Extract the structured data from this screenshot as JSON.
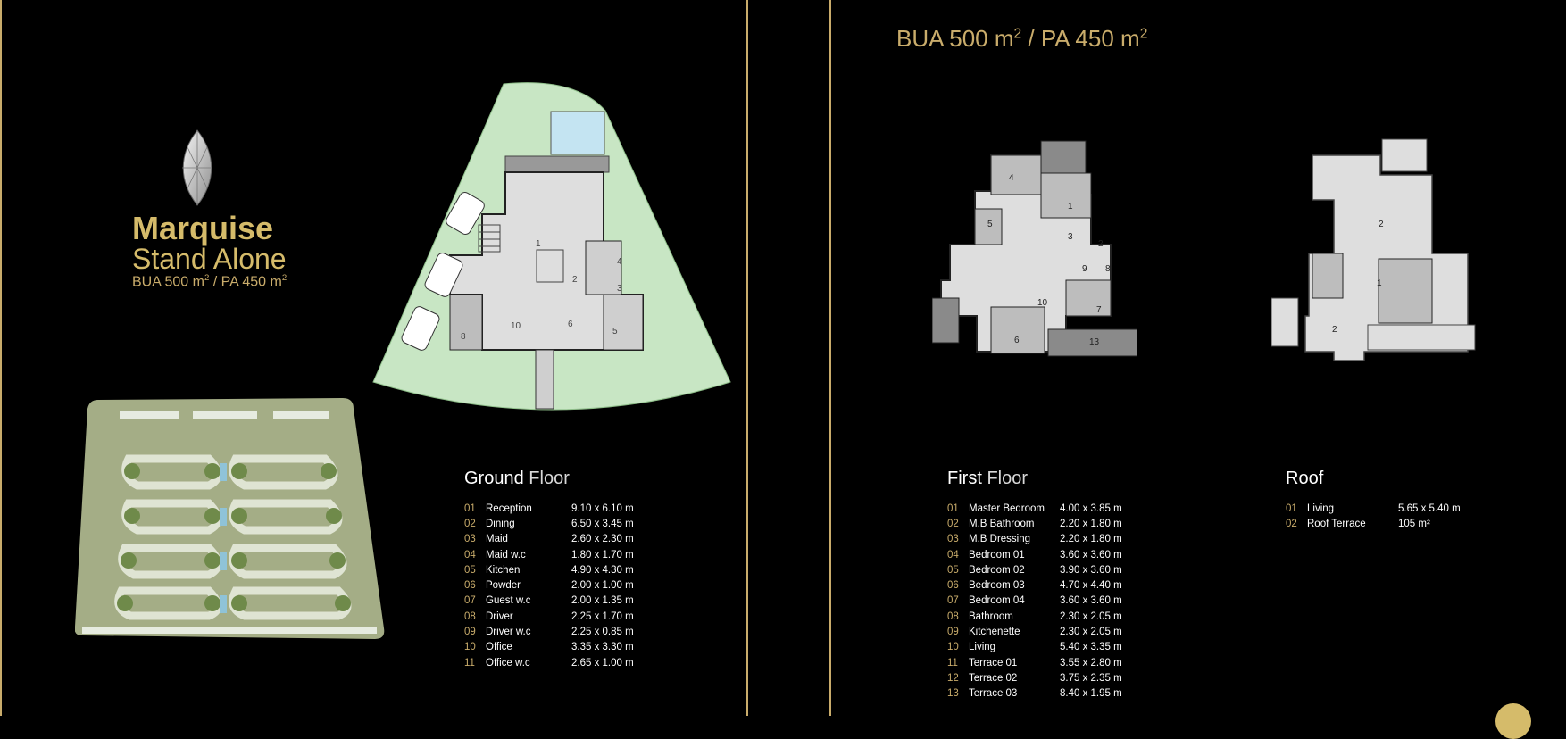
{
  "brand": {
    "title": "Marquise",
    "subtitle": "Stand Alone",
    "area_bua": "BUA 500 m",
    "area_sep": " / PA 450 m",
    "sup": "2"
  },
  "right_area": {
    "bua": "BUA 500 m",
    "sep": " / PA 450 m",
    "sup": "2"
  },
  "plan_labels": {
    "ground": [
      "1",
      "2",
      "3",
      "4",
      "5",
      "6",
      "10",
      "8"
    ],
    "first": [
      "4",
      "1",
      "5",
      "3",
      "2",
      "9",
      "8",
      "10",
      "7",
      "6",
      "13"
    ],
    "roof": [
      "2",
      "1",
      "2"
    ]
  },
  "ground_floor": {
    "title_bold": "Ground",
    "title_light": "Floor",
    "rooms": [
      {
        "num": "01",
        "name": "Reception",
        "dim": "9.10 x 6.10 m"
      },
      {
        "num": "02",
        "name": "Dining",
        "dim": "6.50 x 3.45 m"
      },
      {
        "num": "03",
        "name": "Maid",
        "dim": "2.60 x 2.30 m"
      },
      {
        "num": "04",
        "name": "Maid w.c",
        "dim": "1.80 x 1.70 m"
      },
      {
        "num": "05",
        "name": "Kitchen",
        "dim": "4.90 x 4.30 m"
      },
      {
        "num": "06",
        "name": "Powder",
        "dim": "2.00 x 1.00 m"
      },
      {
        "num": "07",
        "name": "Guest w.c",
        "dim": "2.00 x 1.35 m"
      },
      {
        "num": "08",
        "name": "Driver",
        "dim": "2.25 x 1.70 m"
      },
      {
        "num": "09",
        "name": "Driver w.c",
        "dim": "2.25 x 0.85 m"
      },
      {
        "num": "10",
        "name": "Office",
        "dim": "3.35 x 3.30 m"
      },
      {
        "num": "11",
        "name": "Office w.c",
        "dim": "2.65 x 1.00 m"
      }
    ]
  },
  "first_floor": {
    "title_bold": "First",
    "title_light": "Floor",
    "rooms": [
      {
        "num": "01",
        "name": "Master Bedroom",
        "dim": "4.00 x 3.85 m"
      },
      {
        "num": "02",
        "name": "M.B Bathroom",
        "dim": "2.20 x 1.80 m"
      },
      {
        "num": "03",
        "name": "M.B Dressing",
        "dim": "2.20 x 1.80 m"
      },
      {
        "num": "04",
        "name": "Bedroom 01",
        "dim": "3.60 x 3.60 m"
      },
      {
        "num": "05",
        "name": "Bedroom 02",
        "dim": "3.90 x 3.60 m"
      },
      {
        "num": "06",
        "name": "Bedroom 03",
        "dim": "4.70 x 4.40 m"
      },
      {
        "num": "07",
        "name": "Bedroom 04",
        "dim": "3.60 x 3.60 m"
      },
      {
        "num": "08",
        "name": "Bathroom",
        "dim": "2.30 x 2.05 m"
      },
      {
        "num": "09",
        "name": "Kitchenette",
        "dim": "2.30 x 2.05 m"
      },
      {
        "num": "10",
        "name": "Living",
        "dim": "5.40 x 3.35 m"
      },
      {
        "num": "11",
        "name": "Terrace 01",
        "dim": "3.55 x 2.80 m"
      },
      {
        "num": "12",
        "name": "Terrace 02",
        "dim": "3.75 x 2.35 m"
      },
      {
        "num": "13",
        "name": "Terrace 03",
        "dim": "8.40 x 1.95 m"
      }
    ]
  },
  "roof": {
    "title": "Roof",
    "rooms": [
      {
        "num": "01",
        "name": "Living",
        "dim": "5.65 x 5.40 m"
      },
      {
        "num": "02",
        "name": "Roof Terrace",
        "dim": "105 m²"
      }
    ]
  },
  "colors": {
    "accent": "#c9ac6b",
    "lawn": "#c8e6c4",
    "plan_gray": "#bfbfbf",
    "site": "#a4ad86"
  }
}
